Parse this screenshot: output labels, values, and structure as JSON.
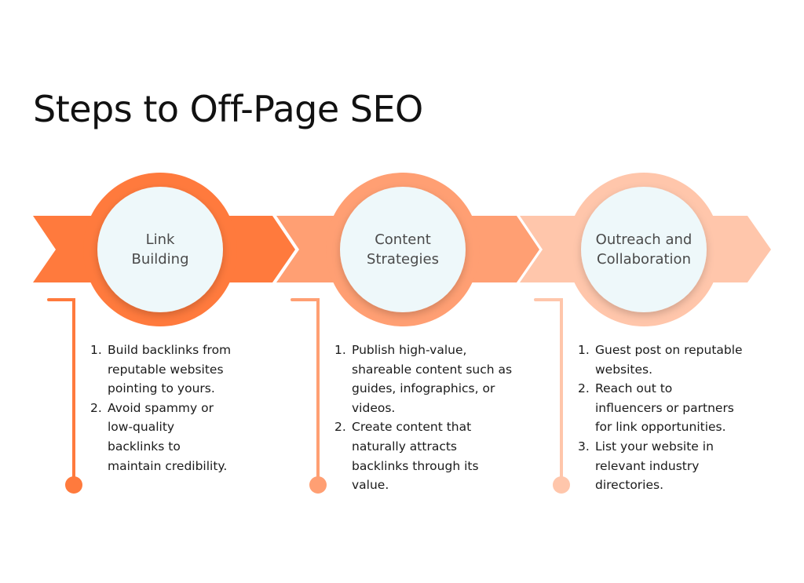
{
  "title": "Steps to Off-Page SEO",
  "colors": {
    "step1": "#FF7A3D",
    "step2": "#FF9F73",
    "step3": "#FFC6AB",
    "circle_fill": "#EEF8FA",
    "title_text": "#111111"
  },
  "steps": [
    {
      "title_lines": [
        "Link",
        "Building"
      ],
      "items": [
        {
          "num": "1.",
          "lines": [
            "Build backlinks from",
            "reputable websites",
            "pointing to yours."
          ]
        },
        {
          "num": "2.",
          "lines": [
            "Avoid spammy or",
            "low-quality",
            "backlinks to",
            "maintain credibility."
          ]
        }
      ]
    },
    {
      "title_lines": [
        "Content",
        "Strategies"
      ],
      "items": [
        {
          "num": "1.",
          "lines": [
            "Publish high-value,",
            "shareable content such as",
            "guides, infographics, or",
            "videos."
          ]
        },
        {
          "num": "2.",
          "lines": [
            "Create content that",
            "naturally attracts",
            "backlinks through its",
            "value."
          ]
        }
      ]
    },
    {
      "title_lines": [
        "Outreach and",
        "Collaboration"
      ],
      "items": [
        {
          "num": "1.",
          "lines": [
            "Guest post on reputable",
            "websites."
          ]
        },
        {
          "num": "2.",
          "lines": [
            "Reach out to",
            "influencers or partners",
            "for link opportunities."
          ]
        },
        {
          "num": "3.",
          "lines": [
            "List your website in",
            "relevant industry",
            "directories."
          ]
        }
      ]
    }
  ]
}
